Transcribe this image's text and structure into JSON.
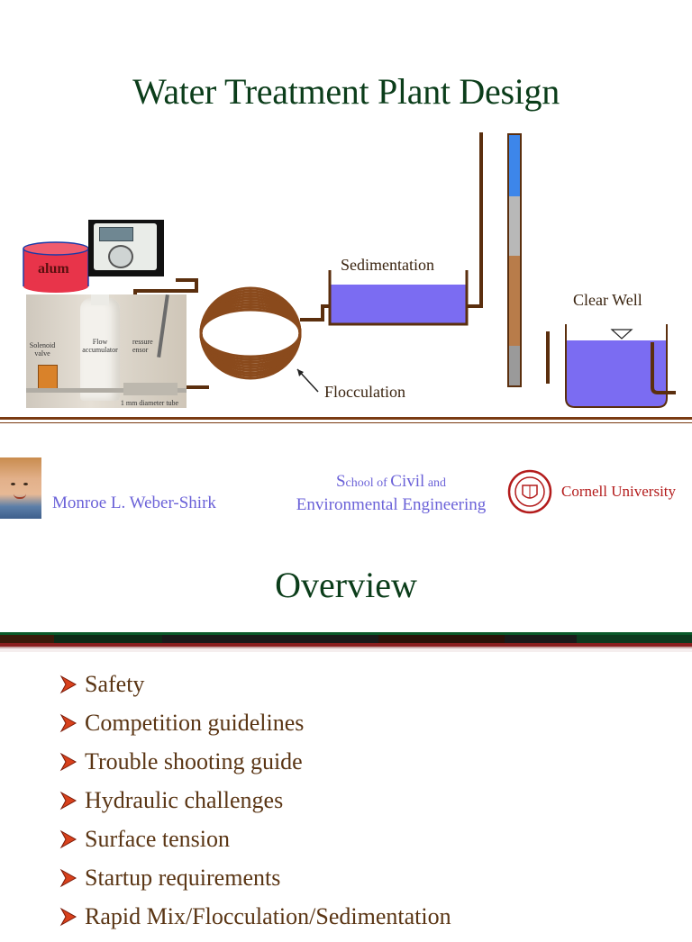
{
  "slide1": {
    "title": "Water Treatment Plant Design",
    "labels": {
      "alum": "alum",
      "sedimentation": "Sedimentation",
      "clear_well": "Clear Well",
      "flocculation": "Flocculation"
    },
    "photo_labels": {
      "solenoid_valve": "Solenoid valve",
      "flow_accumulator": "Flow accumulator",
      "pressure_sensor": "ressure ensor",
      "tube": "1 mm diameter tube"
    },
    "author": "Monroe L. Weber-Shirk",
    "school": {
      "s_big": "S",
      "s_rest": "chool of ",
      "civil": "Civil",
      "and": " and",
      "line2": "Environmental Engineering"
    },
    "university": "Cornell University"
  },
  "slide2": {
    "title": "Overview",
    "bullets": [
      "Safety",
      "Competition guidelines",
      "Trouble shooting guide",
      "Hydraulic challenges",
      "Surface tension",
      "Startup requirements",
      "Rapid Mix/Flocculation/Sedimentation"
    ]
  },
  "colors": {
    "title": "#0b3d1a",
    "pipe": "#5b2f0e",
    "water": "#7b6cf2",
    "alum_tank": "#e8344a",
    "author_text": "#6b62d8",
    "cornell_red": "#b31b1b",
    "bullet_text": "#5a3514",
    "bullet_arrow": "#d8411c"
  },
  "icons": [
    "arrow-bullet-icon",
    "cornell-seal-icon"
  ]
}
